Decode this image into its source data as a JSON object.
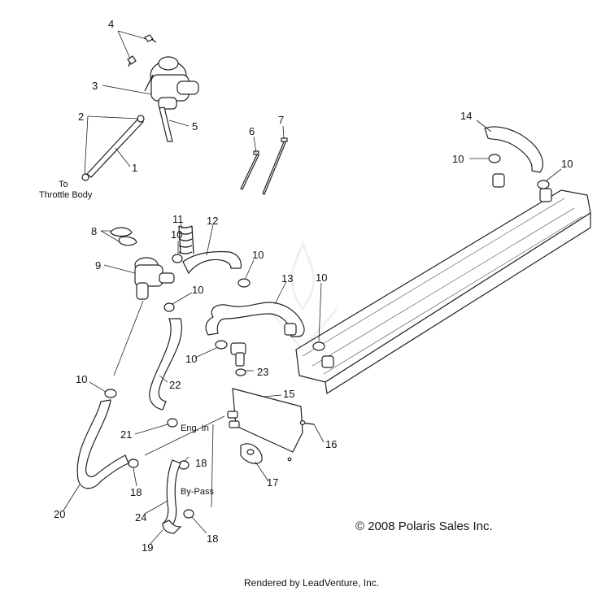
{
  "callouts": [
    "1",
    "2",
    "3",
    "4",
    "5",
    "6",
    "7",
    "8",
    "9",
    "10",
    "11",
    "12",
    "13",
    "14",
    "15",
    "16",
    "17",
    "18",
    "19",
    "20",
    "21",
    "22",
    "23",
    "24"
  ],
  "notes": {
    "to": "To",
    "throttle_body": "Throttle Body",
    "eng_in": "Eng. In",
    "by_pass": "By-Pass"
  },
  "copyright": "© 2008 Polaris Sales Inc.",
  "footer": "Rendered by LeadVenture, Inc."
}
